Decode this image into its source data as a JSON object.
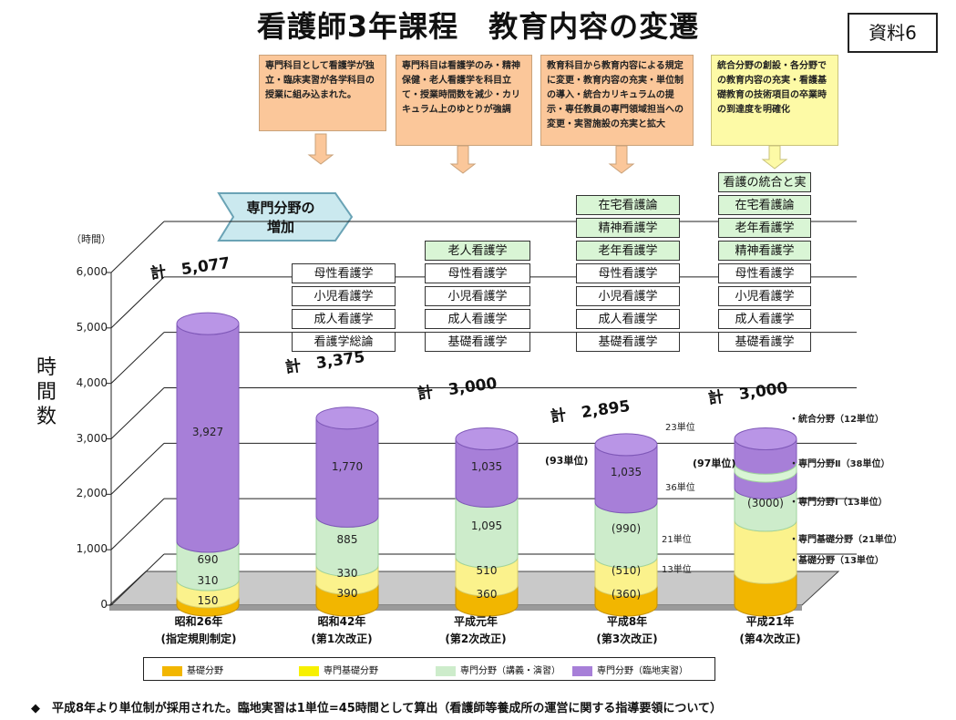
{
  "header": {
    "title": "看護師3年課程　教育内容の変遷",
    "badge": "資料6"
  },
  "notes": [
    "専門科目として看護学が独立・臨床実習が各学科目の授業に組み込まれた。",
    "専門科目は看護学のみ・精神保健・老人看護学を科目立て・授業時間数を減少・カリキュラム上のゆとりが強調",
    "教育科目から教育内容による規定に変更・教育内容の充実・単位制の導入・統合カリキュラムの提示・専任教員の専門領域担当への変更・実習施設の充実と拡大",
    "統合分野の創設・各分野での教育内容の充実・看護基礎教育の技術項目の卒業時の到達度を明確化"
  ],
  "banner": {
    "line1": "専門分野の",
    "line2": "増加"
  },
  "axis": {
    "ylabel_chars": [
      "時",
      "間",
      "数"
    ],
    "unit": "（時間）",
    "ticks": [
      "0",
      "1,000",
      "2,000",
      "3,000",
      "4,000",
      "5,000",
      "6,000"
    ]
  },
  "subjects": [
    [
      "母性看護学",
      "小児看護学",
      "成人看護学",
      "看護学総論"
    ],
    [
      "老人看護学",
      "母性看護学",
      "小児看護学",
      "成人看護学",
      "基礎看護学"
    ],
    [
      "在宅看護論",
      "精神看護学",
      "老年看護学",
      "母性看護学",
      "小児看護学",
      "成人看護学",
      "基礎看護学"
    ],
    [
      "看護の統合と実践",
      "在宅看護論",
      "老年看護学",
      "精神看護学",
      "母性看護学",
      "小児看護学",
      "成人看護学",
      "基礎看護学"
    ]
  ],
  "subject_green_counts": [
    0,
    1,
    3,
    4
  ],
  "totals": [
    "計　5,077",
    "計　3,375",
    "計　3,000",
    "計　2,895",
    "計　3,000"
  ],
  "segment_labels": [
    [
      "150",
      "310",
      "690",
      "3,927"
    ],
    [
      "390",
      "330",
      "885",
      "1,770"
    ],
    [
      "360",
      "510",
      "1,095",
      "1,035"
    ],
    [
      "(360)",
      "(510)",
      "(990)",
      "1,035"
    ],
    [
      "",
      "",
      "(3000)",
      ""
    ]
  ],
  "annotations": {
    "bar4_units": [
      "23単位",
      "36単位",
      "21単位",
      "13単位"
    ],
    "bar4_total_units": "(93単位)",
    "bar5_total_units": "(97単位)",
    "bar5_units": [
      "・統合分野（12単位）",
      "・専門分野Ⅱ（38単位）",
      "・専門分野Ⅰ（13単位）",
      "・専門基礎分野（21単位）",
      "・基礎分野（13単位）"
    ]
  },
  "legend": [
    "基礎分野",
    "専門基礎分野",
    "専門分野（講義・演習）",
    "専門分野（臨地実習）"
  ],
  "footnote": "◆　平成8年より単位制が採用された。臨地実習は1単位=45時間として算出（看護師等養成所の運営に関する指導要領について）",
  "colors": {
    "basic": "#f2b600",
    "specialized_basic": "#fbf28c",
    "specialized_lecture": "#cdeccb",
    "clinical": "#a77fd8",
    "integration": "#d9f5d5"
  },
  "chart_data": {
    "type": "bar",
    "title": "看護師3年課程　教育内容の変遷",
    "ylabel": "時間数",
    "ylim": [
      0,
      6000
    ],
    "categories": [
      "昭和26年（指定規則制定）",
      "昭和42年（第1次改正）",
      "平成元年（第2次改正）",
      "平成8年（第3次改正）",
      "平成21年（第4次改正）"
    ],
    "series": [
      {
        "name": "基礎分野",
        "values": [
          150,
          390,
          360,
          360,
          585
        ]
      },
      {
        "name": "専門基礎分野",
        "values": [
          310,
          330,
          510,
          510,
          945
        ]
      },
      {
        "name": "専門分野（講義・演習）",
        "values": [
          690,
          885,
          1095,
          990,
          585
        ]
      },
      {
        "name": "専門分野（臨地実習）",
        "values": [
          3927,
          1770,
          1035,
          1035,
          885
        ]
      }
    ],
    "totals": [
      5077,
      3375,
      3000,
      2895,
      3000
    ]
  }
}
